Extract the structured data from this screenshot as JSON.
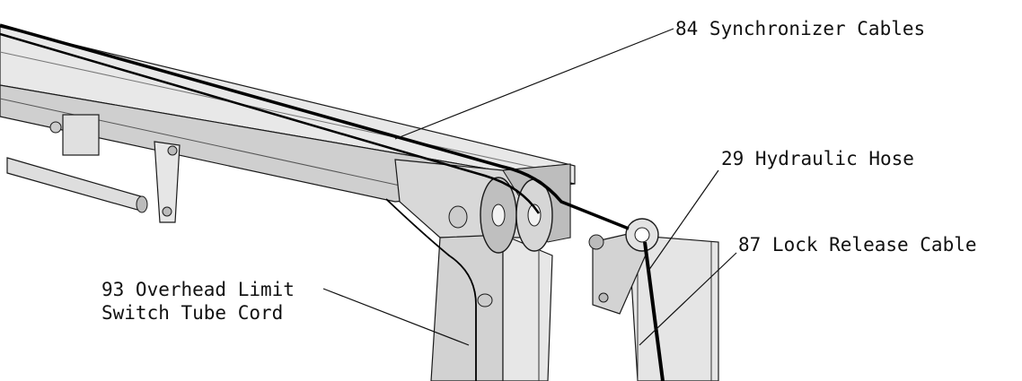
{
  "callouts": {
    "synchronizer_cables": "84 Synchronizer Cables",
    "hydraulic_hose": "29 Hydraulic Hose",
    "lock_release_cable": "87 Lock Release Cable",
    "overhead_limit_line1": "93 Overhead Limit",
    "overhead_limit_line2": "Switch Tube Cord"
  },
  "colors": {
    "metal_light": "#e4e4e4",
    "metal_mid": "#cfcfcf",
    "metal_dark": "#a9a9a9",
    "outline": "#1a1a1a",
    "cable": "#000000",
    "background": "#ffffff"
  }
}
